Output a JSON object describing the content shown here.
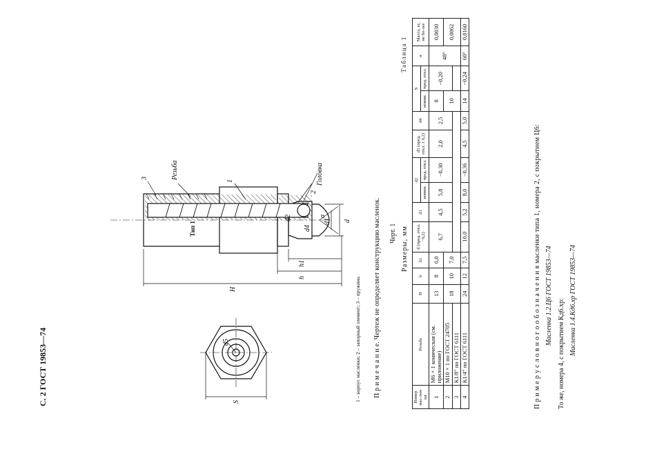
{
  "header": "С. 2 ГОСТ 19853—74",
  "figure": {
    "type_label": "Тип 1",
    "labels": {
      "golovka": "Головка",
      "rezba": "Резьба",
      "n1": "1",
      "n2": "2",
      "n3": "3",
      "d": "d",
      "d1": "d1",
      "d2": "d2",
      "d4": "d4",
      "d5": "d5",
      "alpha": "α",
      "h1": "h1",
      "h": "h",
      "H": "H",
      "S": "S"
    },
    "legend": "1 – корпус масленки; 2 – запорный элемент; 3 – пружина.",
    "caption": "Черт. 1"
  },
  "note": "П р и м е ч а н и е. Чертеж не определяет конструкцию масленок.",
  "table_title": "Размеры, мм",
  "table_label": "Таблица 1",
  "table": {
    "headers": {
      "number": "Номер мас-лен-ки",
      "thread": "Резьба",
      "H": "H",
      "h": "h",
      "h1": "h1",
      "d": "d (пред. откл. −0,2)",
      "d1": "d1",
      "d2": "d2",
      "d2_nom": "номин.",
      "d2_dev": "пред. откл.",
      "d5": "d5 (пред. откл. ± 0,2)",
      "d4": "d4",
      "S": "S",
      "S_nom": "номин.",
      "S_dev": "пред. откл.",
      "alpha": "α",
      "mass": "Масса, кг, не бо-лее"
    },
    "rows": [
      {
        "num": "1",
        "thread": "М6 × 1 коническая (см. приложение)",
        "H": "13",
        "h": "8",
        "h1": "6,0",
        "d": "6,7",
        "d1": "4,5",
        "d2_nom": "5,8",
        "d2_dev": "−0,30",
        "d5": "2,0",
        "d4": "2,5",
        "S_nom": "8",
        "S_dev": "−0,20",
        "alpha": "48°",
        "mass": "0,0030"
      },
      {
        "num": "2",
        "thread": "М10 × 1 по ГОСТ 24705",
        "H": "18",
        "h": "10",
        "h1": "7,0",
        "mass": "0,0062",
        "S_nom": "10"
      },
      {
        "num": "3",
        "thread": "К1/8″ по ГОСТ 6111"
      },
      {
        "num": "4",
        "thread": "К1/4″ по ГОСТ 6111",
        "H": "24",
        "h": "12",
        "h1": "7,5",
        "d": "10,0",
        "d1": "5,2",
        "d2_nom": "8,0",
        "d2_dev": "−0,36",
        "d5": "4,5",
        "d4": "5,0",
        "S_nom": "14",
        "S_dev": "−0,24",
        "alpha": "60°",
        "mass": "0,0160"
      }
    ]
  },
  "examples": {
    "line1": "П р и м е р  у с л о в н о г о  о б о з н а ч е н и я  масленки типа 1, номера 2, с покрытием Ц6:",
    "line2": "Масленка 1.2.Ц6 ГОСТ 19853—74",
    "line3": "То же, номера 4, с покрытием Кд6.хр:",
    "line4": "Масленка 1.4.Кд6.хр ГОСТ 19853—74"
  }
}
